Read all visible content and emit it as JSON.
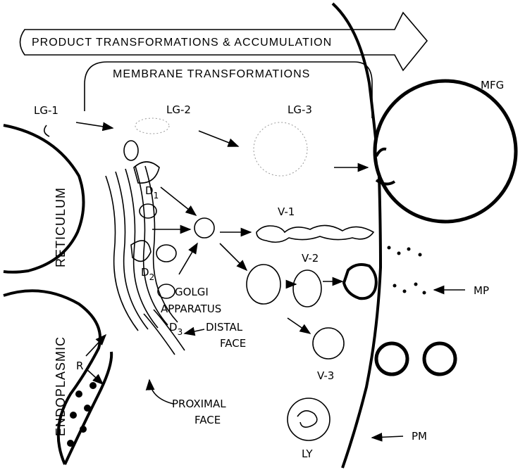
{
  "banners": {
    "product": "PRODUCT TRANSFORMATIONS & ACCUMULATION",
    "membrane": "MEMBRANE TRANSFORMATIONS"
  },
  "labels": {
    "lg1": "LG-1",
    "lg2": "LG-2",
    "lg3": "LG-3",
    "mfg": "MFG",
    "reticulum": "RETICULUM",
    "endoplasmic": "ENDOPLASMIC",
    "d1": "D",
    "d1_sub": "1",
    "d2": "D",
    "d2_sub": "2",
    "d3": "D",
    "d3_sub": "3",
    "golgi": "GOLGI",
    "apparatus": "APPARATUS",
    "distal1": "DISTAL",
    "distal2": "FACE",
    "proximal1": "PROXIMAL",
    "proximal2": "FACE",
    "r": "R",
    "v1": "V-1",
    "v2": "V-2",
    "v3": "V-3",
    "mp": "MP",
    "ly": "LY",
    "pm": "PM"
  }
}
